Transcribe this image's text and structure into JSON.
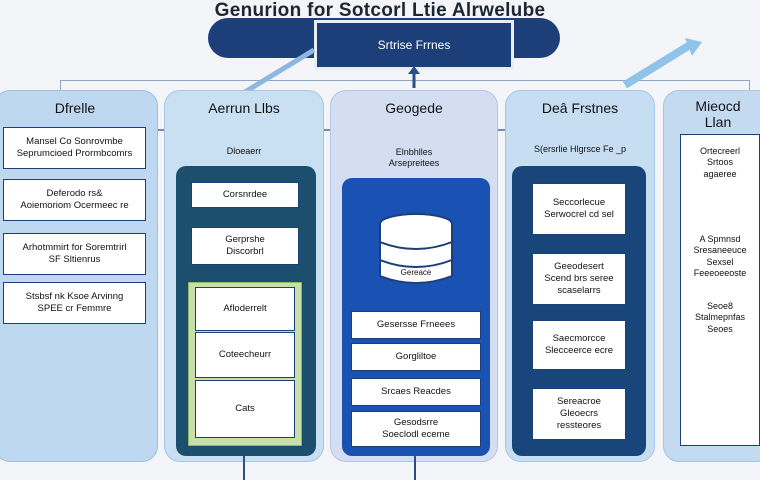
{
  "title": "Genurion for Sotcorl Ltie Alrwelube",
  "hub_label": "Srtrise Frrnes",
  "columns": {
    "col1": {
      "header": "Dfrelle",
      "boxes": [
        "Mansel Co Sonrovmbe\nSeprumcioed Prormbcomrs",
        "Deferodo rs&\nAoiemoriom Ocermeec re",
        "Arhotmmirt for Soremtrirl\nSF Sltienrus",
        "Stsbsf nk Ksoe Arvinng\nSPEE cr Femmre"
      ]
    },
    "col2": {
      "header": "Aerrun Llbs",
      "sublabel": "Dloeaerr",
      "boxes": [
        "Corsnrdee",
        "Gerprshe\nDiscorbrl"
      ],
      "inner_boxes": [
        "Afloderrelt",
        "Coteecheurr",
        "Cats"
      ]
    },
    "col3": {
      "header": "Geogede",
      "sublabel": "Elnbhlles\nArsepreitees",
      "db_label": "Gereace",
      "boxes": [
        "Gesersse Frneees",
        "Gorgliltoe",
        "Srcaes Reacdes",
        "Gesodsrre\nSoeclodl eceme"
      ]
    },
    "col4": {
      "header": "Deâ Frstnes",
      "sublabel": "S(ersrlie Hlgrsce Fe _p",
      "boxes": [
        "Seccorlecue\nSerwocrel cd sel",
        "Geeodesert\nScend brs seree\nscaselarrs",
        "Saecmorcce\nSlecceerce ecre",
        "Sereacroe\nGleoecrs ressteores"
      ]
    },
    "col5": {
      "header": "Mieocd\nLlan",
      "box": "Ortecreerl\nSrtoos\nagaeree",
      "notes": [
        "A Spmnsd\nSresaneeuce\nSexsel\nFeeeoeeoste",
        "Seoe8\nStalmepnfas\nSeoes"
      ]
    }
  }
}
